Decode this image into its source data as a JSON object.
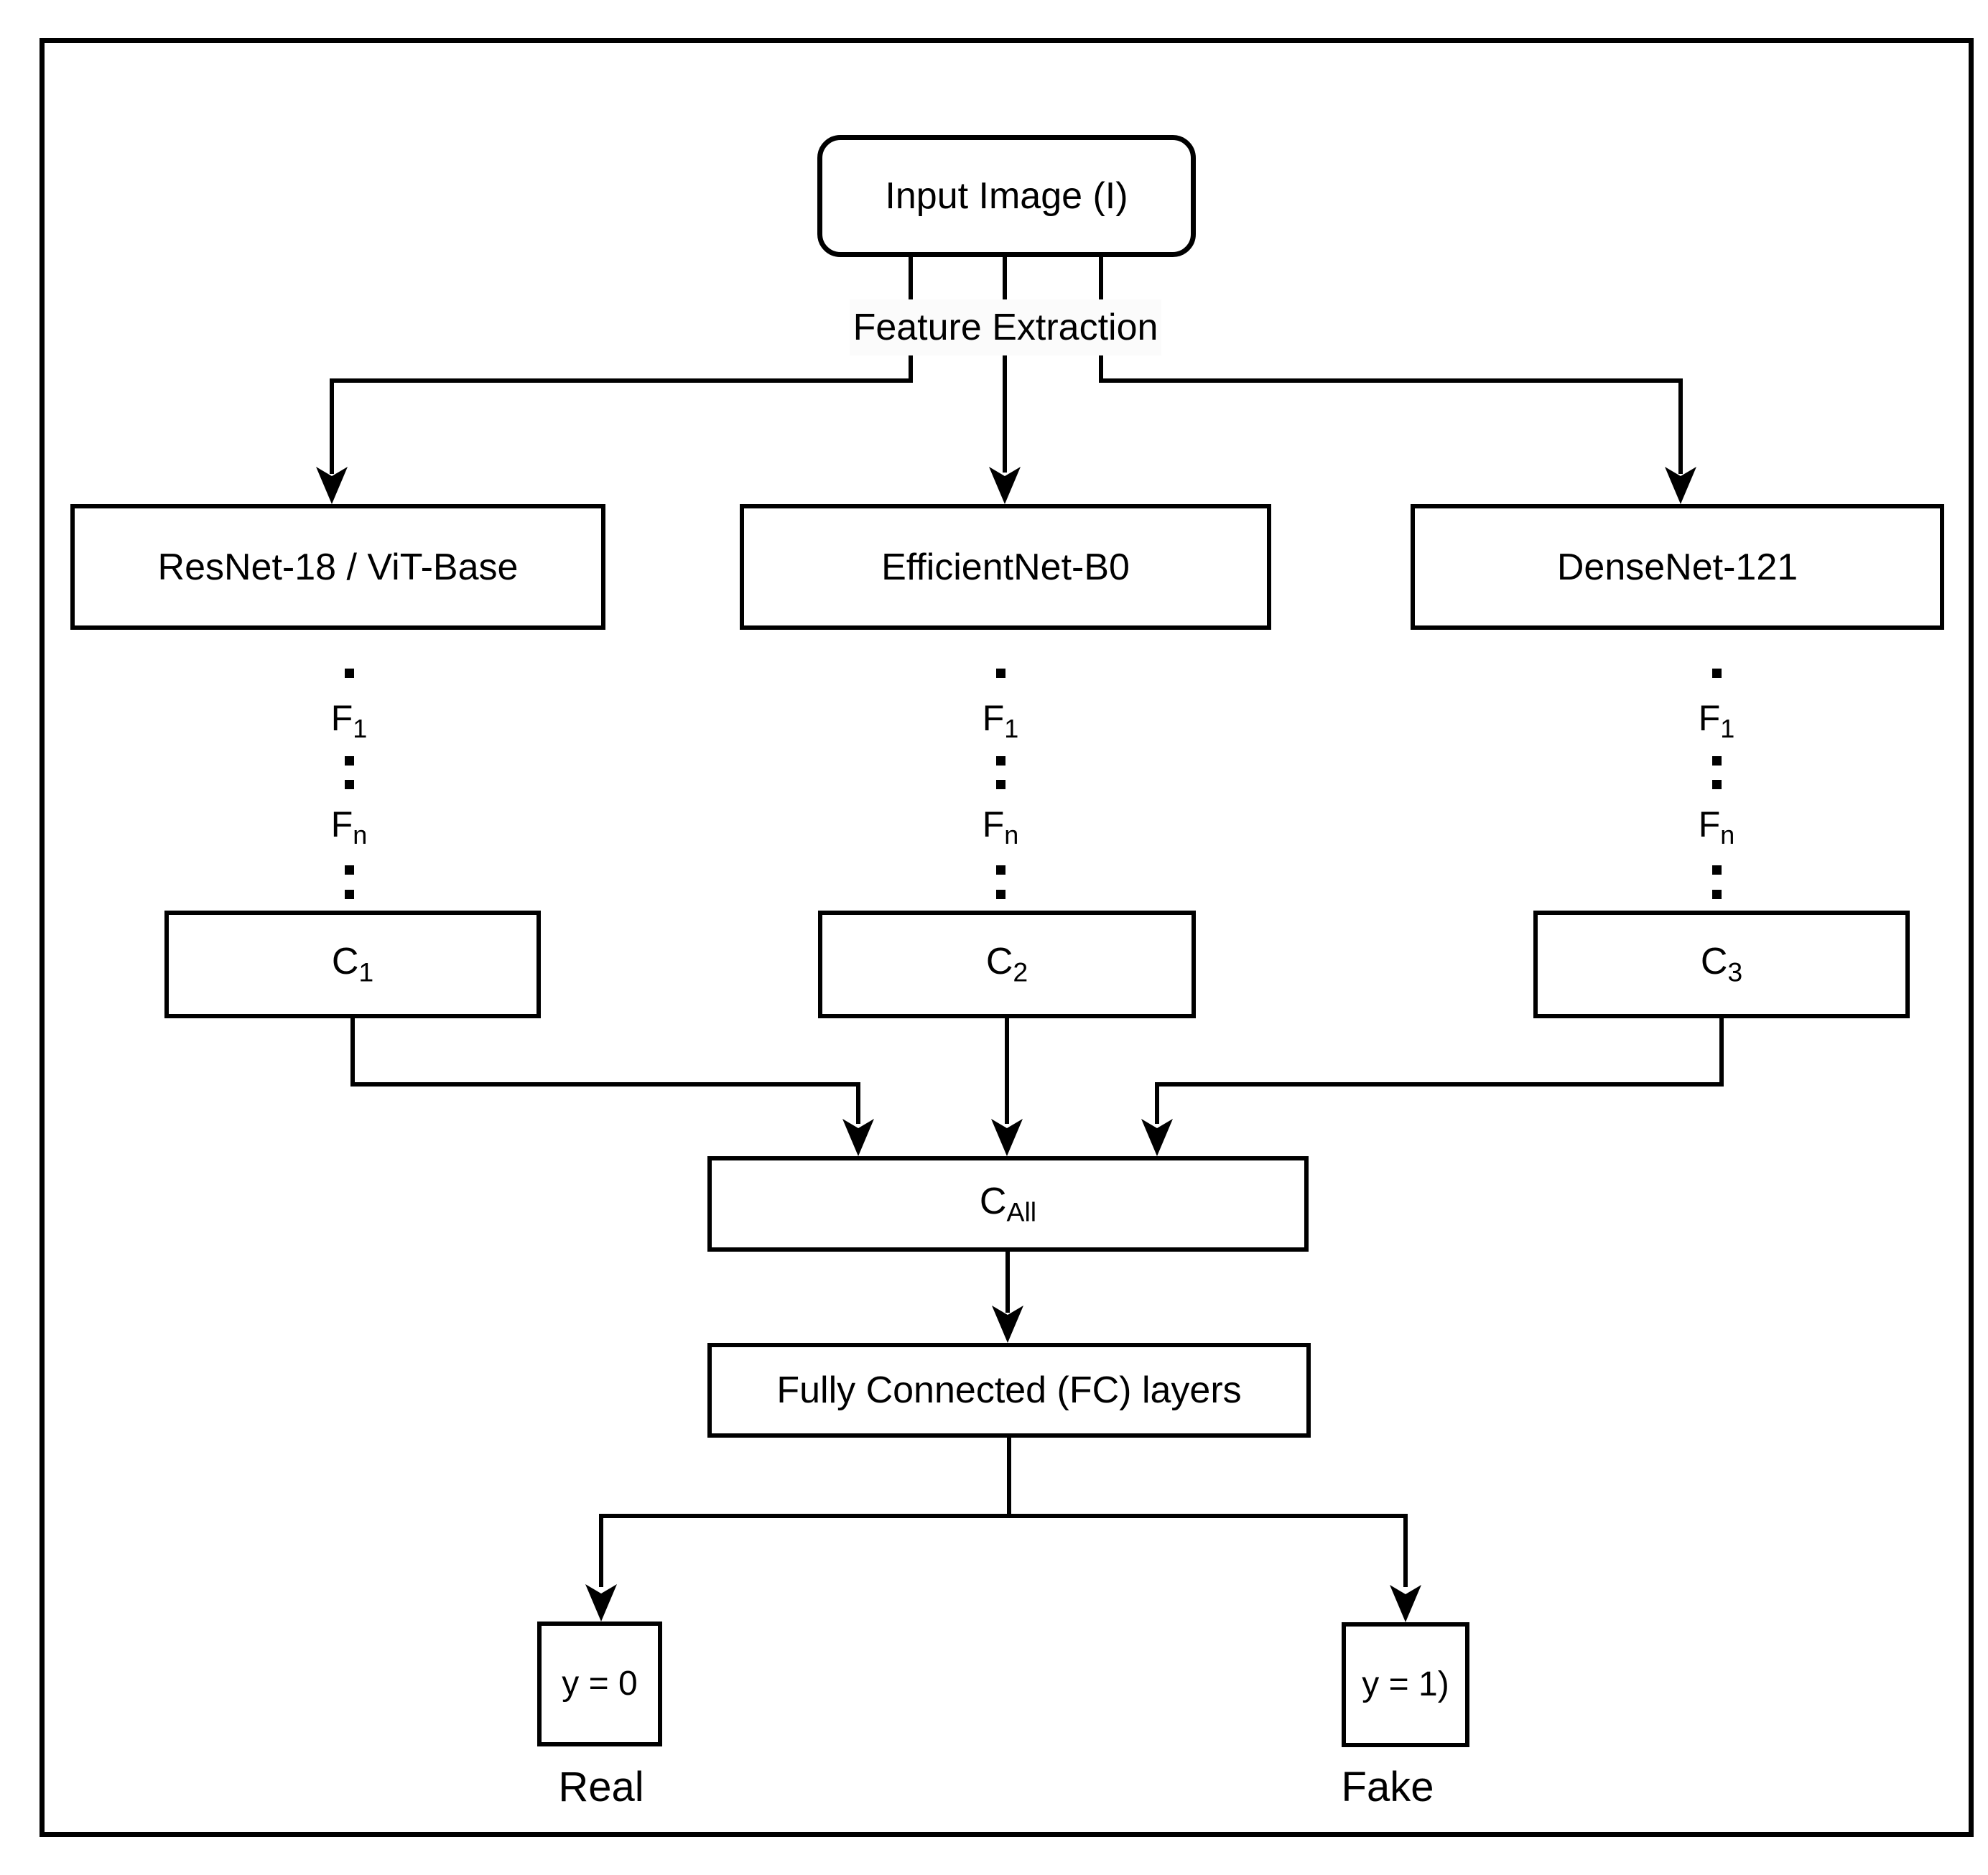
{
  "diagram": {
    "nodes": {
      "input": {
        "label": "Input Image (I)"
      },
      "feature_extraction": {
        "label": "Feature Extraction"
      },
      "backbone_left": {
        "label": "ResNet-18 / ViT-Base"
      },
      "backbone_middle": {
        "label": "EfficientNet-B0"
      },
      "backbone_right": {
        "label": "DenseNet-121"
      },
      "classifier_left": {
        "base": "C",
        "sub": "1"
      },
      "classifier_middle": {
        "base": "C",
        "sub": "2"
      },
      "classifier_right": {
        "base": "C",
        "sub": "3"
      },
      "concat": {
        "base": "C",
        "sub": "All"
      },
      "fc": {
        "label": "Fully Connected (FC) layers"
      },
      "output_real": {
        "value": "y = 0",
        "label": "Real"
      },
      "output_fake": {
        "value": "y = 1)",
        "label": "Fake"
      }
    },
    "feature_stack": {
      "f_first_base": "F",
      "f_first_sub": "1",
      "f_last_base": "F",
      "f_last_sub": "n"
    },
    "colors": {
      "stroke": "#000000",
      "background": "#ffffff",
      "label_bg": "#fbfbfb"
    }
  }
}
